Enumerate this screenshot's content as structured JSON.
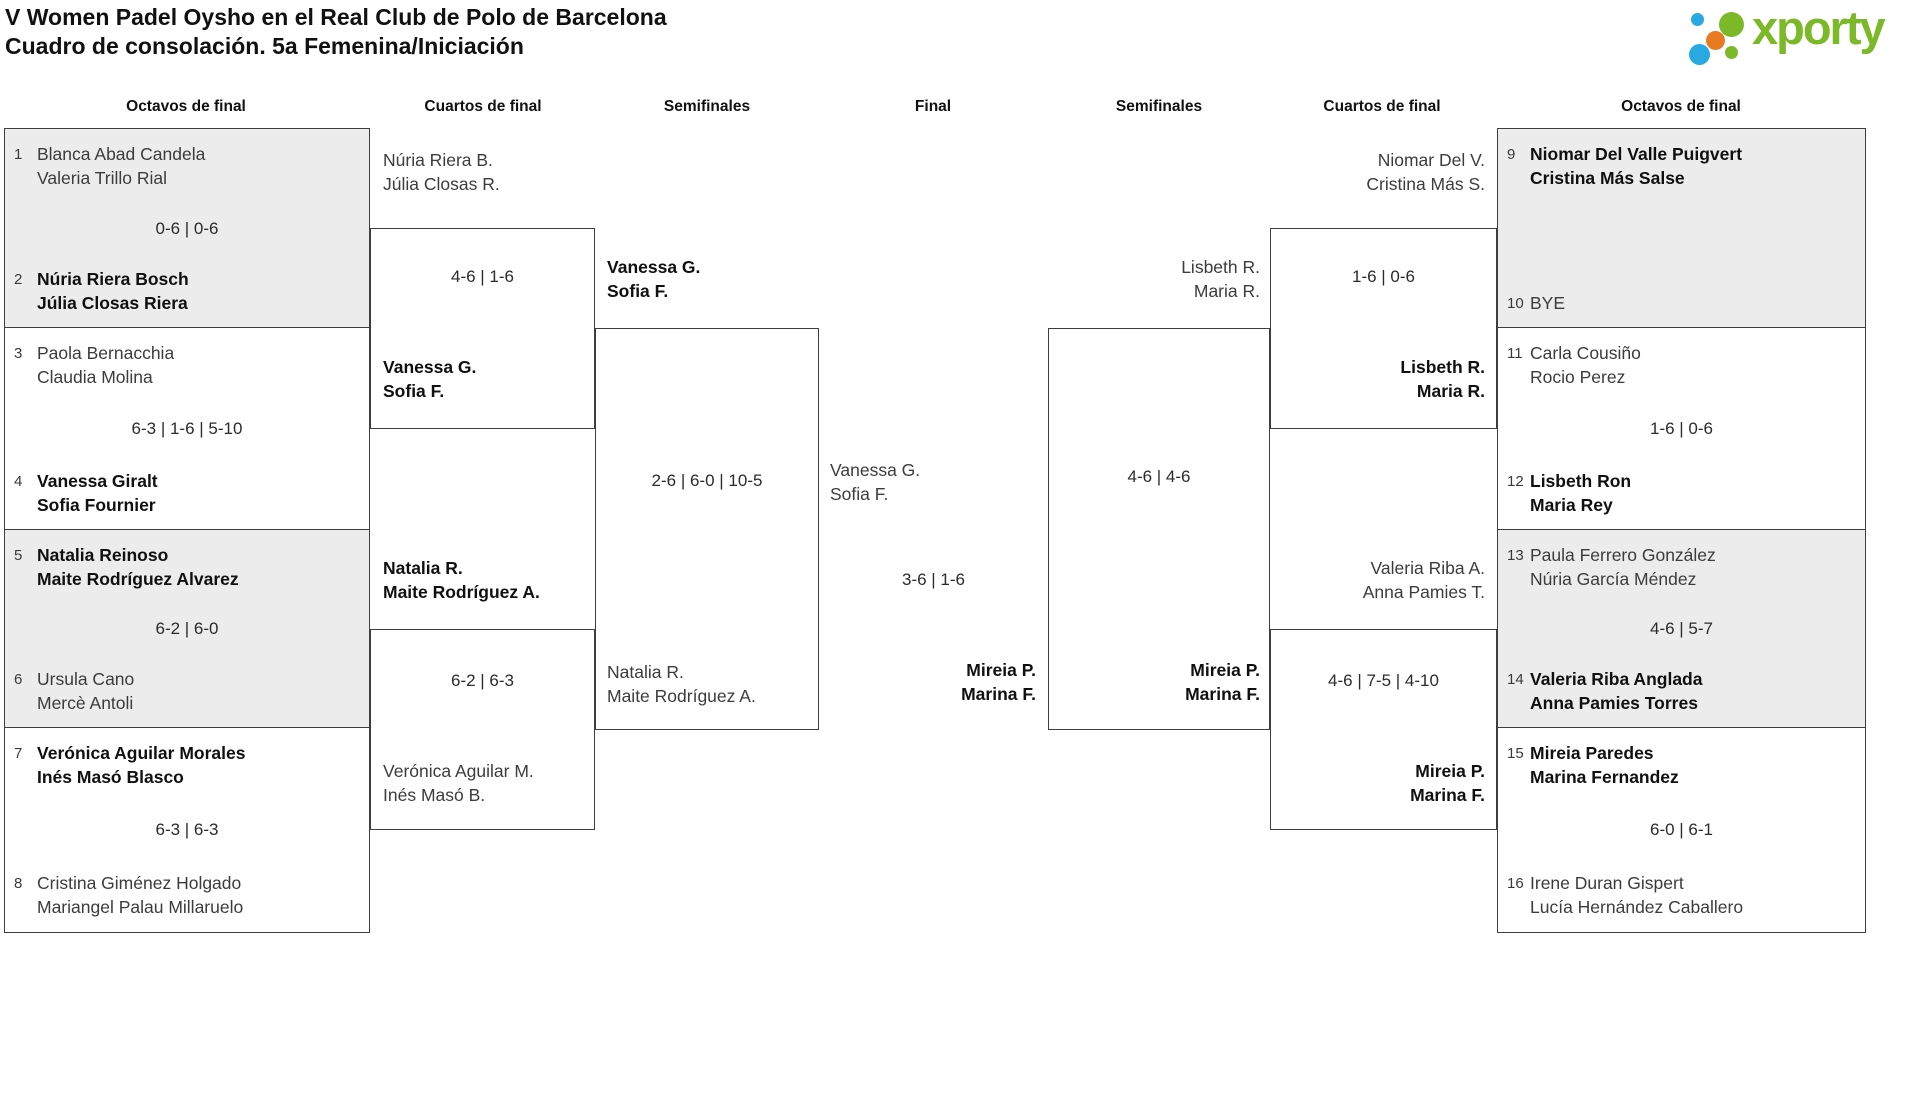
{
  "header": {
    "title_line1": "V Women Padel Oysho en el Real Club de Polo de Barcelona",
    "title_line2": "Cuadro de consolación. 5a Femenina/Iniciación",
    "logo_text": "xporty"
  },
  "colors": {
    "logo_green": "#7cb928",
    "logo_blue": "#29a9e1",
    "logo_orange": "#e87a22",
    "box_shade": "#ececec",
    "line": "#3e3e3e"
  },
  "round_headers": [
    "Octavos de final",
    "Cuartos de final",
    "Semifinales",
    "Final",
    "Semifinales",
    "Cuartos de final",
    "Octavos de final"
  ],
  "bracket": {
    "of_left": [
      {
        "seed1": "1",
        "team1": [
          "Blanca Abad Candela",
          "Valeria Trillo Rial"
        ],
        "score": "0-6 | 0-6",
        "seed2": "2",
        "team2": [
          "Núria Riera Bosch",
          "Júlia Closas Riera"
        ],
        "winner": "team2"
      },
      {
        "seed1": "3",
        "team1": [
          "Paola Bernacchia",
          "Claudia Molina"
        ],
        "score": "6-3 | 1-6 | 5-10",
        "seed2": "4",
        "team2": [
          "Vanessa Giralt",
          "Sofia Fournier"
        ],
        "winner": "team2"
      },
      {
        "seed1": "5",
        "team1": [
          "Natalia Reinoso",
          "Maite Rodríguez Alvarez"
        ],
        "score": "6-2 | 6-0",
        "seed2": "6",
        "team2": [
          "Ursula Cano",
          "Mercè Antoli"
        ],
        "winner": "team1"
      },
      {
        "seed1": "7",
        "team1": [
          "Verónica Aguilar Morales",
          "Inés Masó Blasco"
        ],
        "score": "6-3 | 6-3",
        "seed2": "8",
        "team2": [
          "Cristina Giménez Holgado",
          "Mariangel Palau Millaruelo"
        ],
        "winner": "team1"
      }
    ],
    "of_right": [
      {
        "seed1": "9",
        "team1": [
          "Niomar Del Valle Puigvert",
          "Cristina Más Salse"
        ],
        "score": "",
        "seed2": "10",
        "team2": [
          "BYE"
        ],
        "winner": "team1"
      },
      {
        "seed1": "11",
        "team1": [
          "Carla Cousiño",
          "Rocio Perez"
        ],
        "score": "1-6 | 0-6",
        "seed2": "12",
        "team2": [
          "Lisbeth Ron",
          "Maria Rey"
        ],
        "winner": "team2"
      },
      {
        "seed1": "13",
        "team1": [
          "Paula Ferrero González",
          "Núria García Méndez"
        ],
        "score": "4-6 | 5-7",
        "seed2": "14",
        "team2": [
          "Valeria Riba Anglada",
          "Anna Pamies Torres"
        ],
        "winner": "team2"
      },
      {
        "seed1": "15",
        "team1": [
          "Mireia Paredes",
          "Marina Fernandez"
        ],
        "score": "6-0 | 6-1",
        "seed2": "16",
        "team2": [
          "Irene Duran Gispert",
          "Lucía Hernández Caballero"
        ],
        "winner": "team1"
      }
    ],
    "qf_left": [
      {
        "team1": [
          "Núria Riera B.",
          "Júlia Closas R."
        ],
        "score": "4-6 | 1-6",
        "team2": [
          "Vanessa G.",
          "Sofia F."
        ],
        "winner": "team2"
      },
      {
        "team1": [
          "Natalia R.",
          "Maite Rodríguez A."
        ],
        "score": "6-2 | 6-3",
        "team2": [
          "Verónica Aguilar M.",
          "Inés Masó B."
        ],
        "winner": "team1"
      }
    ],
    "qf_right": [
      {
        "team1": [
          "Niomar Del V.",
          "Cristina Más S."
        ],
        "score": "1-6 | 0-6",
        "team2": [
          "Lisbeth R.",
          "Maria R."
        ],
        "winner": "team2"
      },
      {
        "team1": [
          "Valeria Riba A.",
          "Anna Pamies T."
        ],
        "score": "4-6 | 7-5 | 4-10",
        "team2": [
          "Mireia P.",
          "Marina F."
        ],
        "winner": "team2"
      }
    ],
    "sf_left": [
      {
        "team1": [
          "Vanessa G.",
          "Sofia F."
        ],
        "score": "2-6 | 6-0 | 10-5",
        "team2": [
          "Natalia R.",
          "Maite Rodríguez A."
        ],
        "winner": "team1"
      }
    ],
    "sf_right": [
      {
        "team1": [
          "Lisbeth R.",
          "Maria R."
        ],
        "score": "4-6 | 4-6",
        "team2": [
          "Mireia P.",
          "Marina F."
        ],
        "winner": "team2"
      }
    ],
    "final": {
      "team1": [
        "Vanessa G.",
        "Sofia F."
      ],
      "score": "3-6 | 1-6",
      "team2": [
        "Mireia P.",
        "Marina F."
      ],
      "winner": "team2"
    }
  }
}
